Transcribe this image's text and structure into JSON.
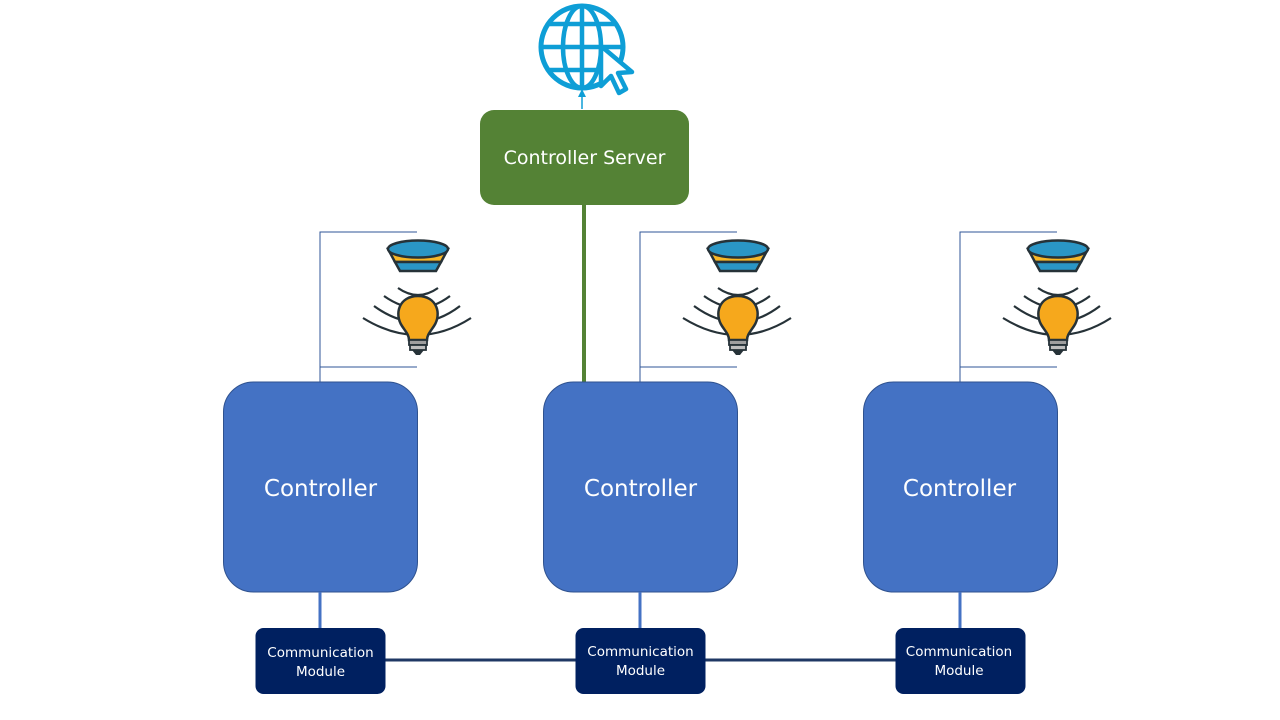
{
  "server": {
    "label": "Controller Server",
    "fill": "#548235",
    "uplink_icon": "globe-cursor-icon"
  },
  "controllers": [
    {
      "label": "Controller",
      "comm_module": [
        "Communication",
        "Module"
      ],
      "devices": [
        "speaker-icon",
        "light-bulb-icon"
      ]
    },
    {
      "label": "Controller",
      "comm_module": [
        "Communication",
        "Module"
      ],
      "devices": [
        "speaker-icon",
        "light-bulb-icon"
      ]
    },
    {
      "label": "Controller",
      "comm_module": [
        "Communication",
        "Module"
      ],
      "devices": [
        "speaker-icon",
        "light-bulb-icon"
      ]
    }
  ],
  "colors": {
    "controller_fill": "#4472c4",
    "controller_stroke": "#2f528f",
    "comm_fill": "#002060",
    "bus_line": "#1f3864",
    "globe": "#0e9ed6",
    "bulb": "#f6a81c",
    "speaker_top": "#2a96c6",
    "speaker_band": "#f9b827",
    "outline": "#263238"
  }
}
